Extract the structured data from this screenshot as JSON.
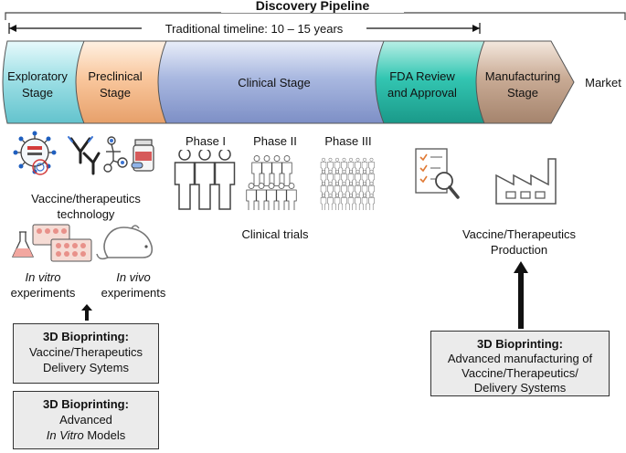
{
  "header": {
    "title": "Discovery Pipeline",
    "timeline": "Traditional timeline: 10 – 15 years"
  },
  "stages": [
    {
      "line1": "Exploratory",
      "line2": "Stage"
    },
    {
      "line1": "Preclinical",
      "line2": "Stage"
    },
    {
      "line1": "Clinical Stage",
      "line2": ""
    },
    {
      "line1": "FDA Review",
      "line2": "and Approval"
    },
    {
      "line1": "Manufacturing",
      "line2": "Stage"
    }
  ],
  "market": "Market",
  "colors": {
    "exploratory": "#9fe0e6",
    "preclinical": "#f9c79d",
    "clinical": "#a9b8e0",
    "fda": "#33c6b2",
    "manufacturing": "#c9ab95"
  },
  "exploratory": {
    "tech_line1": "Vaccine/therapeutics",
    "tech_line2": "technology",
    "invitro_italic": "In vitro",
    "invitro_rest": "experiments",
    "invivo_italic": "In vivo",
    "invivo_rest": "experiments"
  },
  "clinical": {
    "phase1": "Phase I",
    "phase2": "Phase II",
    "phase3": "Phase III",
    "trials": "Clinical trials"
  },
  "production": {
    "line1": "Vaccine/Therapeutics",
    "line2": "Production"
  },
  "bio_boxes": {
    "delivery": {
      "heading": "3D Bioprinting:",
      "line1": "Vaccine/Therapeutics",
      "line2": "Delivery Sytems"
    },
    "models": {
      "heading": "3D Bioprinting:",
      "line1": "Advanced",
      "line2_italic": "In Vitro",
      "line2_rest": " Models"
    },
    "manufacturing": {
      "heading": "3D Bioprinting:",
      "line1": "Advanced manufacturing of",
      "line2": "Vaccine/Therapeutics/",
      "line3": "Delivery Systems"
    }
  },
  "icons": [
    "virus-icon",
    "antibody-icon",
    "molecule-icon",
    "pill-bottle-icon",
    "flask-icon",
    "well-plate-icon",
    "mouse-icon",
    "checklist-magnifier-icon",
    "factory-icon",
    "people-icon"
  ]
}
